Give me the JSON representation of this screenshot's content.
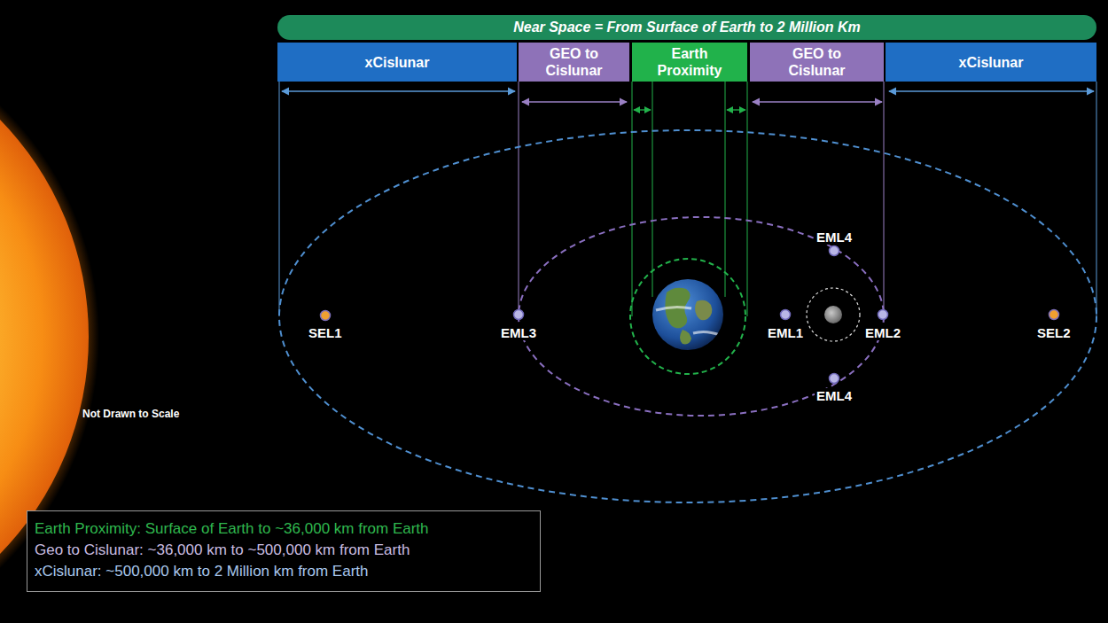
{
  "diagram": {
    "title": "Near Space = From Surface of Earth to 2 Million Km",
    "nodes": [
      {
        "text": [
          "xCislunar"
        ]
      },
      {
        "text": [
          "GEO to Cislunar"
        ]
      },
      {
        "text": [
          "Earth Proximity"
        ]
      },
      {
        "text": [
          "GEO to Cislunar"
        ]
      },
      {
        "text": [
          "xCislunar"
        ]
      },
      {
        "text": [
          "Earth Proximity: Surface of Earth to ~36,000 km from Earth",
          "Geo to Cislunar: ~36,000 km to ~500,000 km from Earth",
          "xCislunar: ~500,000 km to 2 Million km from Earth"
        ]
      }
    ],
    "labels": [
      "EML4",
      "SEL1",
      "EML3",
      "EML1",
      "EML2",
      "SEL2",
      "EML4",
      "Not Drawn to Scale"
    ]
  }
}
